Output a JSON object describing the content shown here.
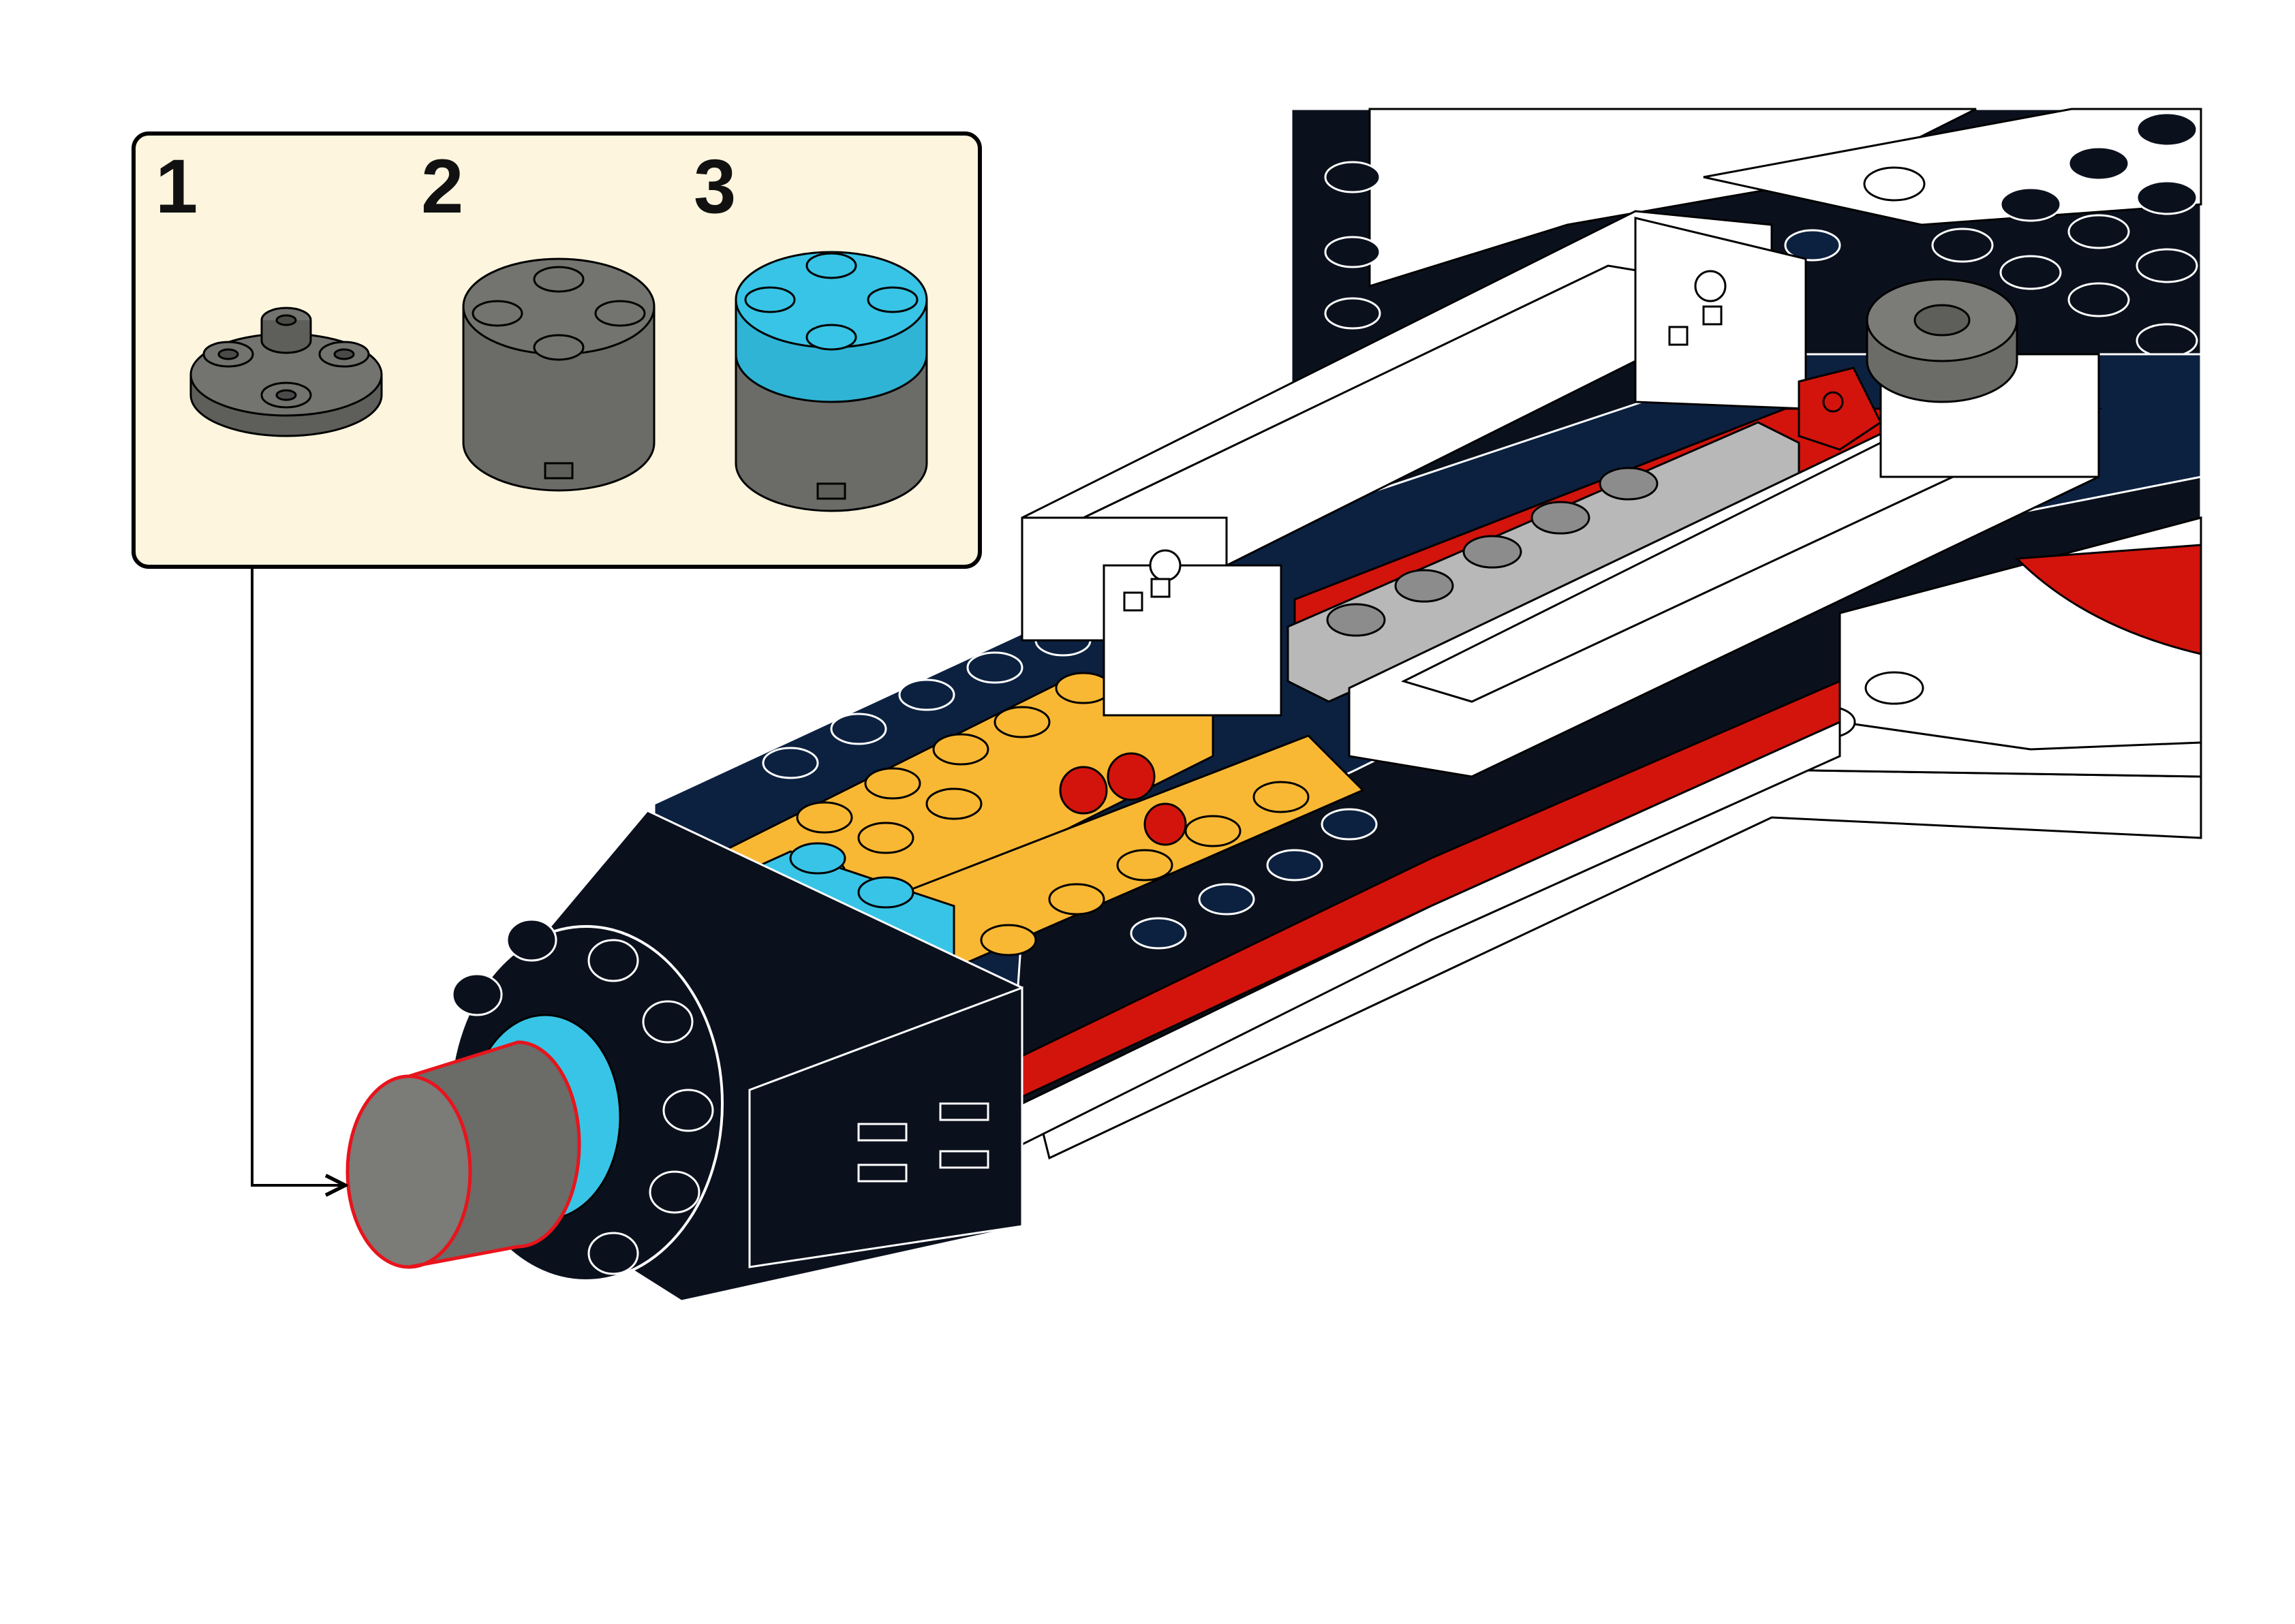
{
  "callout": {
    "background_color": "#fdf5de",
    "steps": [
      {
        "number": "1",
        "part": "round-plate-2x2-dark-gray"
      },
      {
        "number": "2",
        "part": "round-brick-2x2-dark-gray"
      },
      {
        "number": "3",
        "part": "round-brick-with-round-plate-medium-azure"
      }
    ]
  },
  "model": {
    "subject": "space-shuttle-nose-assembly",
    "highlighted_part": "nose-cone-cap-dark-gray"
  },
  "colors": {
    "dark_navy": "#0c2140",
    "black": "#0b111c",
    "yellow": "#f9b834",
    "azure": "#38c4e6",
    "red": "#d3140c",
    "white": "#ffffff",
    "light_gray": "#b8b8b8",
    "dark_gray": "#6b6b68",
    "blue": "#1f58c8",
    "highlight": "#e8141c"
  }
}
